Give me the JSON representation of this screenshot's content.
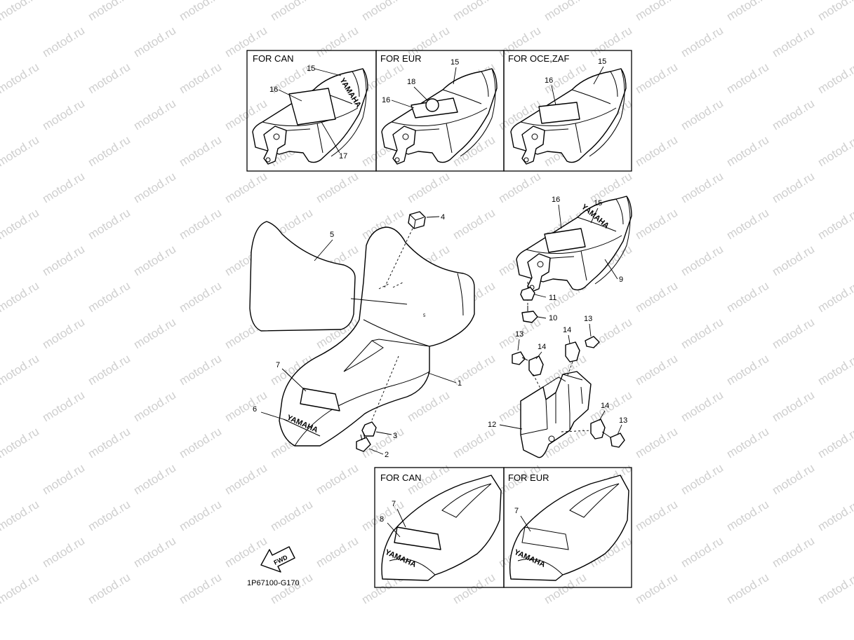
{
  "watermark": "motod.ru",
  "diagram_code": "1P67100-G170",
  "fwd_label": "FWD",
  "logo_text": "YAMAHA",
  "insets": {
    "top_can": "FOR CAN",
    "top_eur": "FOR EUR",
    "top_oce": "FOR OCE,ZAF",
    "bottom_can": "FOR CAN",
    "bottom_eur": "FOR EUR"
  },
  "callouts": {
    "c1": "1",
    "c2": "2",
    "c3": "3",
    "c4": "4",
    "c5": "5",
    "c6": "6",
    "c7": "7",
    "c8": "8",
    "c9": "9",
    "c10": "10",
    "c11": "11",
    "c12": "12",
    "c13": "13",
    "c14": "14",
    "c15": "15",
    "c16": "16",
    "c17": "17",
    "c18": "18"
  }
}
